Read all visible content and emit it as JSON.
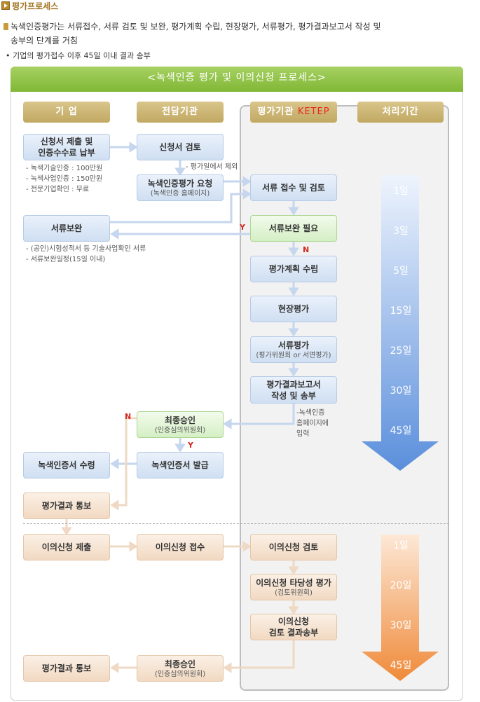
{
  "header": {
    "title": "평가프로세스"
  },
  "intro": {
    "line1": "녹색인증평가는 서류접수, 서류 검토 및 보완, 평가계획 수립, 현장평가, 서류평가, 평가결과보고서 작성 및",
    "line2": "송부의 단계를 거침",
    "note": "• 기업의 평가접수 이후 45일 이내 결과 송부"
  },
  "banner": "<녹색인증 평가 및 이의신청 프로세스>",
  "columns": {
    "company": "기 업",
    "agency": "전담기관",
    "evaluator_prefix": "평가기관 ",
    "evaluator_name": "KETEP",
    "period": "처리기간"
  },
  "boxes": {
    "apply_l1": "신청서 제출 및",
    "apply_l2": "인증수수료 납부",
    "review_app": "신청서 검토",
    "eval_request": "녹색인증평가 요청",
    "eval_request_sub": "(녹색인증 홈페이지)",
    "doc_receipt": "서류 접수 및 검토",
    "doc_supplement": "서류보완",
    "need_supplement": "서류보완 필요",
    "eval_plan": "평가계획 수립",
    "site_eval": "현장평가",
    "doc_eval": "서류평가",
    "doc_eval_sub": "(평가위원회 or 서면평가)",
    "report_l1": "평가결과보고서",
    "report_l2": "작성 및 송부",
    "final_approval": "최종승인",
    "final_approval_sub": "(인증심의위원회)",
    "cert_issue": "녹색인증서 발급",
    "cert_receive": "녹색인증서 수령",
    "result_notice": "평가결과 통보",
    "objection_submit": "이의신청 제출",
    "objection_receipt": "이의신청 접수",
    "objection_review": "이의신청 검토",
    "objection_validity": "이의신청 타당성 평가",
    "objection_validity_sub": "(검토위원회)",
    "objection_result_l1": "이의신청",
    "objection_result_l2": "검토 결과송부",
    "final_approval2": "최종승인",
    "final_approval2_sub": "(인증심의위원회)",
    "result_notice2": "평가결과 통보"
  },
  "notes": {
    "fees": [
      "- 녹색기술인증 : 100만원",
      "- 녹색사업인증 : 150만원",
      "- 전문기업확인 : 무료"
    ],
    "supplement": [
      "- (공인)시험성적서 등 기술사업확인 서류",
      "- 서류보완일정(15일 이내)"
    ],
    "exclude": "- 평가일에서 제외",
    "homepage": [
      "-녹색인증",
      "홈페이지에",
      "입력"
    ]
  },
  "labels": {
    "yes": "Y",
    "no": "N"
  },
  "periods_eval": [
    "1일",
    "3일",
    "5일",
    "15일",
    "25일",
    "30일",
    "45일"
  ],
  "periods_objection": [
    "1일",
    "20일",
    "30일",
    "45일"
  ],
  "colors": {
    "banner": "#8cc043",
    "blue_arrow": "#5b8fdc",
    "orange_arrow": "#ef8a3a",
    "ketep_red": "#e6281a"
  }
}
